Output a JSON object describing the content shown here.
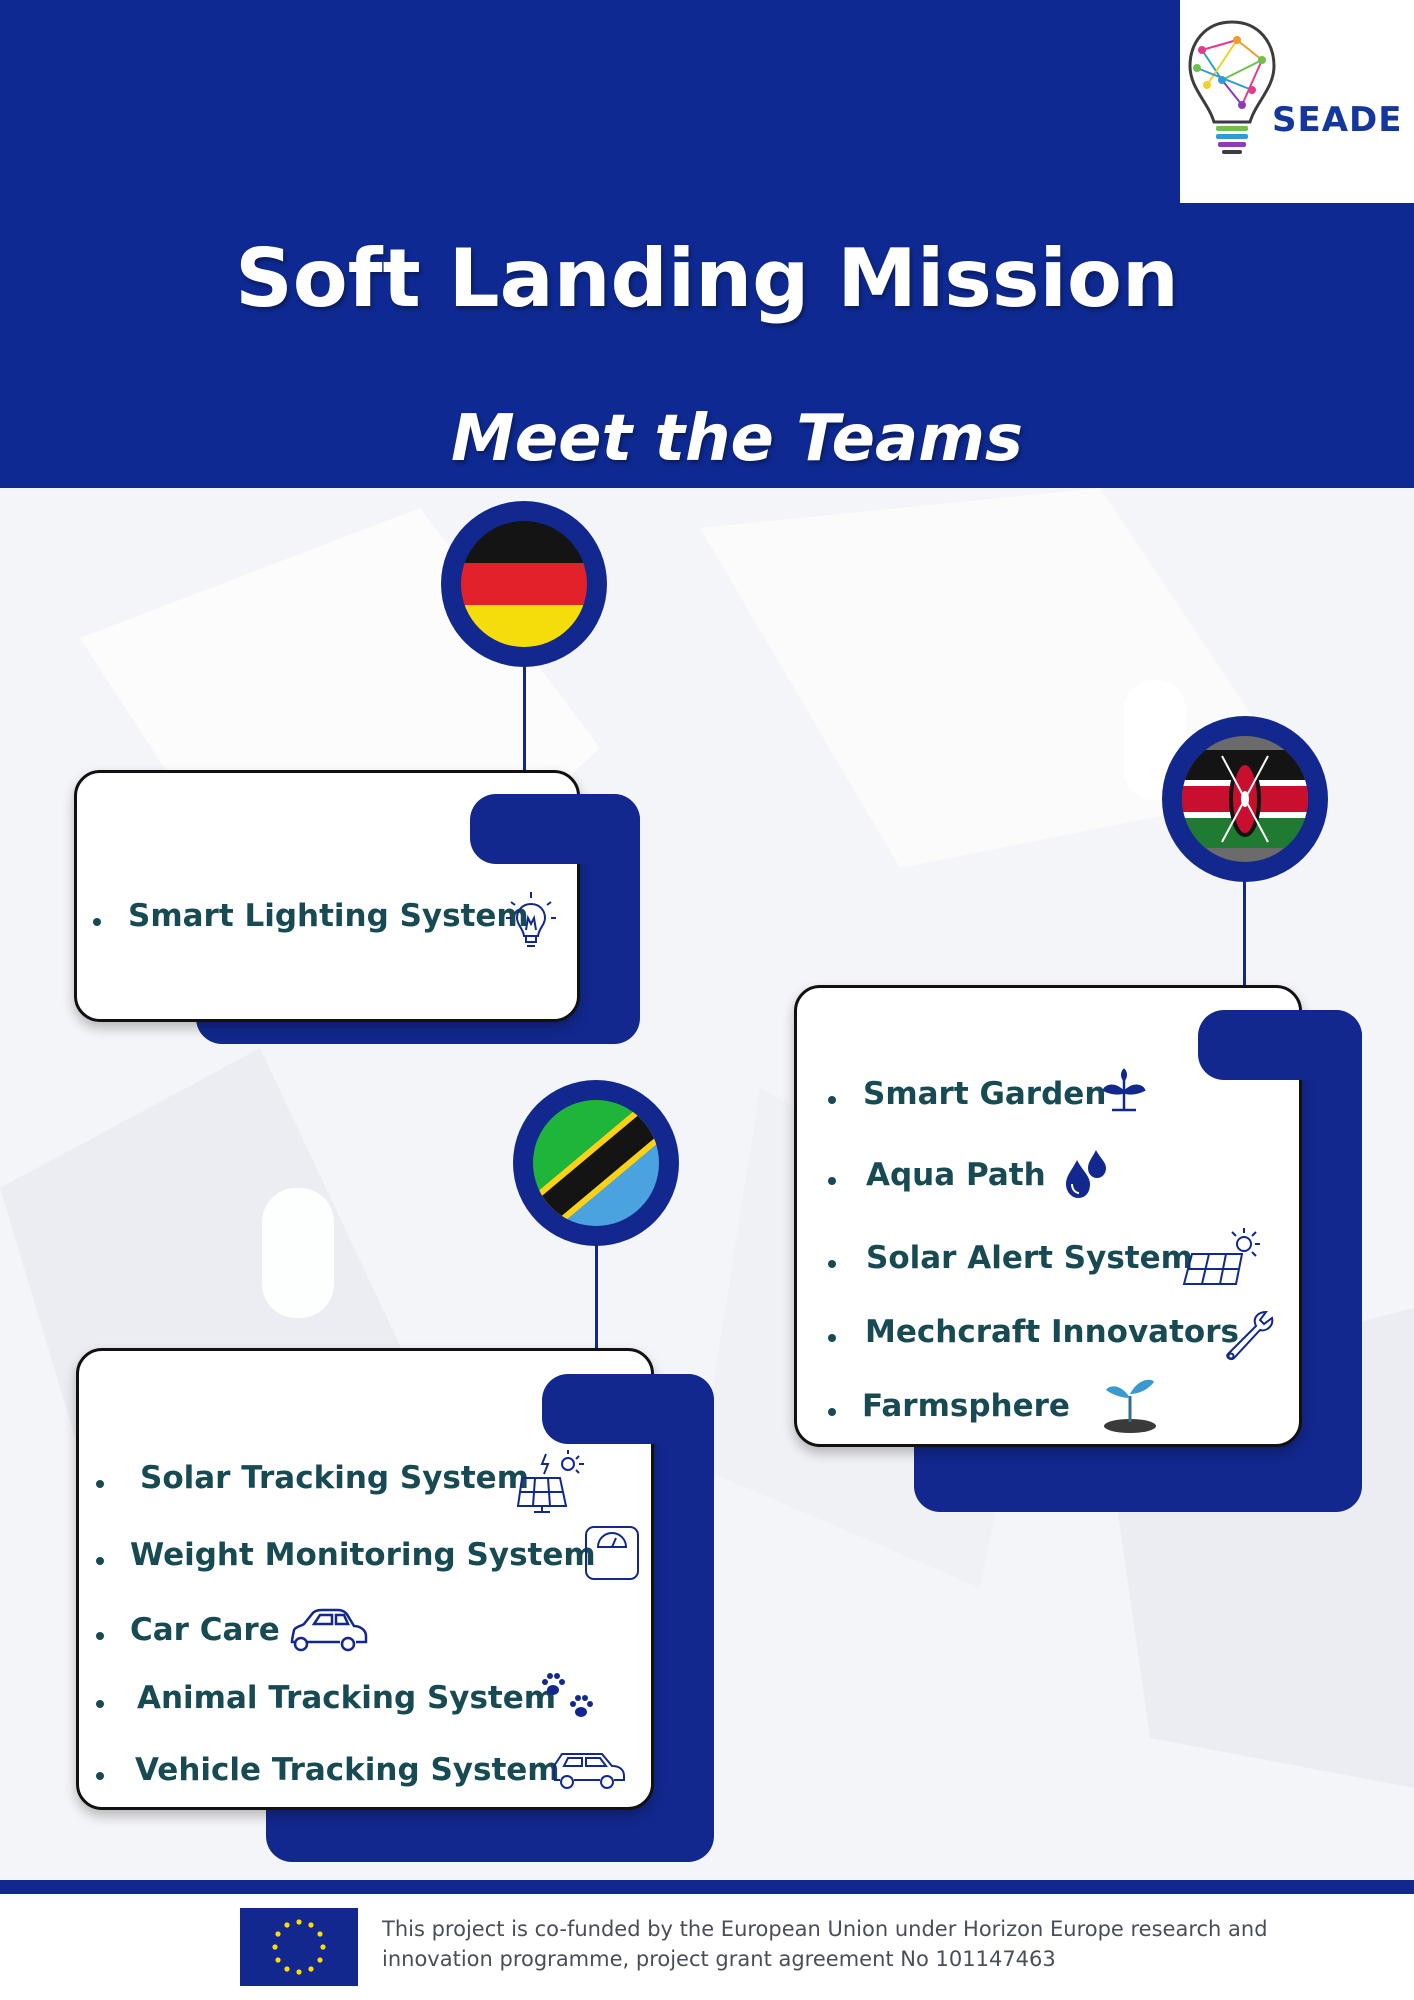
{
  "header": {
    "title": "Soft Landing Mission",
    "subtitle": "Meet the Teams",
    "logo_text": "SEADE",
    "color": "#0e2a92"
  },
  "teams": {
    "germany": {
      "flag_icon": "germany-flag-icon",
      "items": [
        {
          "label": "Smart Lighting System",
          "icon": "lightbulb-icon"
        }
      ]
    },
    "kenya": {
      "flag_icon": "kenya-flag-icon",
      "items": [
        {
          "label": "Smart Garden",
          "icon": "plant-icon"
        },
        {
          "label": "Aqua Path",
          "icon": "water-drops-icon"
        },
        {
          "label": "Solar Alert System",
          "icon": "solar-panel-icon"
        },
        {
          "label": "Mechcraft Innovators",
          "icon": "wrench-icon"
        },
        {
          "label": "Farmsphere",
          "icon": "sprout-icon"
        }
      ]
    },
    "tanzania": {
      "flag_icon": "tanzania-flag-icon",
      "items": [
        {
          "label": "Solar Tracking System",
          "icon": "solar-panel-icon"
        },
        {
          "label": "Weight Monitoring System",
          "icon": "scale-icon"
        },
        {
          "label": "Car Care",
          "icon": "car-icon"
        },
        {
          "label": "Animal Tracking System",
          "icon": "paw-icon"
        },
        {
          "label": "Vehicle Tracking System",
          "icon": "suv-icon"
        }
      ]
    }
  },
  "footer": {
    "text_line1": "This project is co-funded by the European Union under Horizon Europe research and",
    "text_line2": "innovation programme, project grant agreement No 101147463",
    "eu_flag_icon": "eu-flag-icon"
  },
  "colors": {
    "navy": "#12288f",
    "text": "#174a52"
  }
}
